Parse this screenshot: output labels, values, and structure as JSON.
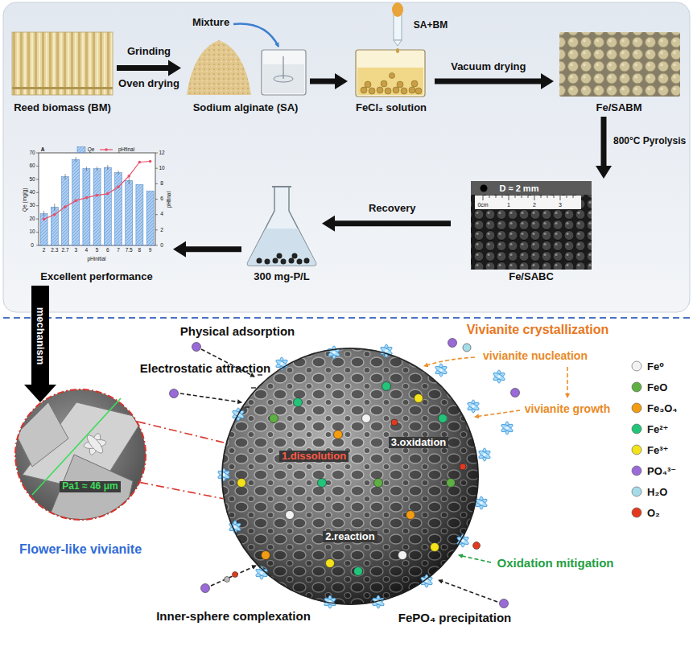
{
  "diagram": {
    "nodes": [
      {
        "text": [
          "Reed biomass (BM)"
        ]
      },
      {
        "text": [
          "Sodium alginate (SA)"
        ]
      },
      {
        "text": [
          "FeCl₂ solution"
        ]
      },
      {
        "text": [
          "Fe/SABM"
        ]
      },
      {
        "text": [
          "Fe/SABC"
        ]
      },
      {
        "text": [
          "300 mg-P/L"
        ]
      },
      {
        "text": [
          "Excellent performance"
        ]
      },
      {
        "text": [
          "Pa1 ≈ 46 μm",
          "Flower-like vivianite"
        ]
      },
      {
        "text": [
          "1.dissolution",
          "2.reaction",
          "3.oxidation"
        ]
      }
    ],
    "edges": [
      {
        "from": 0,
        "to": 1,
        "arrow": "to"
      },
      {
        "from": 1,
        "to": 2,
        "arrow": "to"
      },
      {
        "from": 2,
        "to": 3,
        "label": "Vacuum drying",
        "arrow": "to"
      },
      {
        "from": 3,
        "to": 4,
        "label": "800°C Pyrolysis",
        "arrow": "to"
      },
      {
        "from": 4,
        "to": 5,
        "label": "Recovery",
        "arrow": "to"
      },
      {
        "from": 5,
        "to": 6,
        "arrow": "to"
      },
      {
        "from": 6,
        "to": 7,
        "label": "mechanism",
        "arrow": "to"
      },
      {
        "from": 7,
        "to": 8,
        "arrow": "none"
      },
      {
        "from": 7,
        "to": 8,
        "arrow": "none"
      }
    ],
    "labels": [
      "Grinding",
      "Oven drying",
      "Mixture",
      "SA+BM",
      "D ≈ 2 mm",
      "0cm",
      "1",
      "2",
      "3",
      "A",
      "Qe",
      "pHfinal",
      "Qe (mg/g)",
      "pHfinal",
      "pHinitial",
      "0",
      "10",
      "20",
      "30",
      "40",
      "50",
      "60",
      "70",
      "0",
      "2",
      "4",
      "6",
      "8",
      "10",
      "12",
      "2",
      "2.3",
      "2.7",
      "3",
      "4",
      "5",
      "6",
      "7",
      "7.5",
      "8",
      "9",
      "Physical adsorption",
      "Electrostatic attraction",
      "Inner-sphere complexation",
      "FePO₄ precipitation",
      "Vivianite crystallization",
      "vivianite nucleation",
      "vivianite growth",
      "Oxidation mitigation"
    ],
    "legend": [
      {
        "text": "Fe⁰",
        "color": "#f2f2f2"
      },
      {
        "text": "FeO",
        "color": "#5fb043"
      },
      {
        "text": "Fe₃O₄",
        "color": "#f39c12"
      },
      {
        "text": "Fe²⁺",
        "color": "#22c47a"
      },
      {
        "text": "Fe³⁺",
        "color": "#f4e21a"
      },
      {
        "text": "PO₄³⁻",
        "color": "#9a6bd8"
      },
      {
        "text": "H₂O",
        "color": "#a6dcea"
      },
      {
        "text": "O₂",
        "color": "#e23a1e"
      }
    ]
  }
}
